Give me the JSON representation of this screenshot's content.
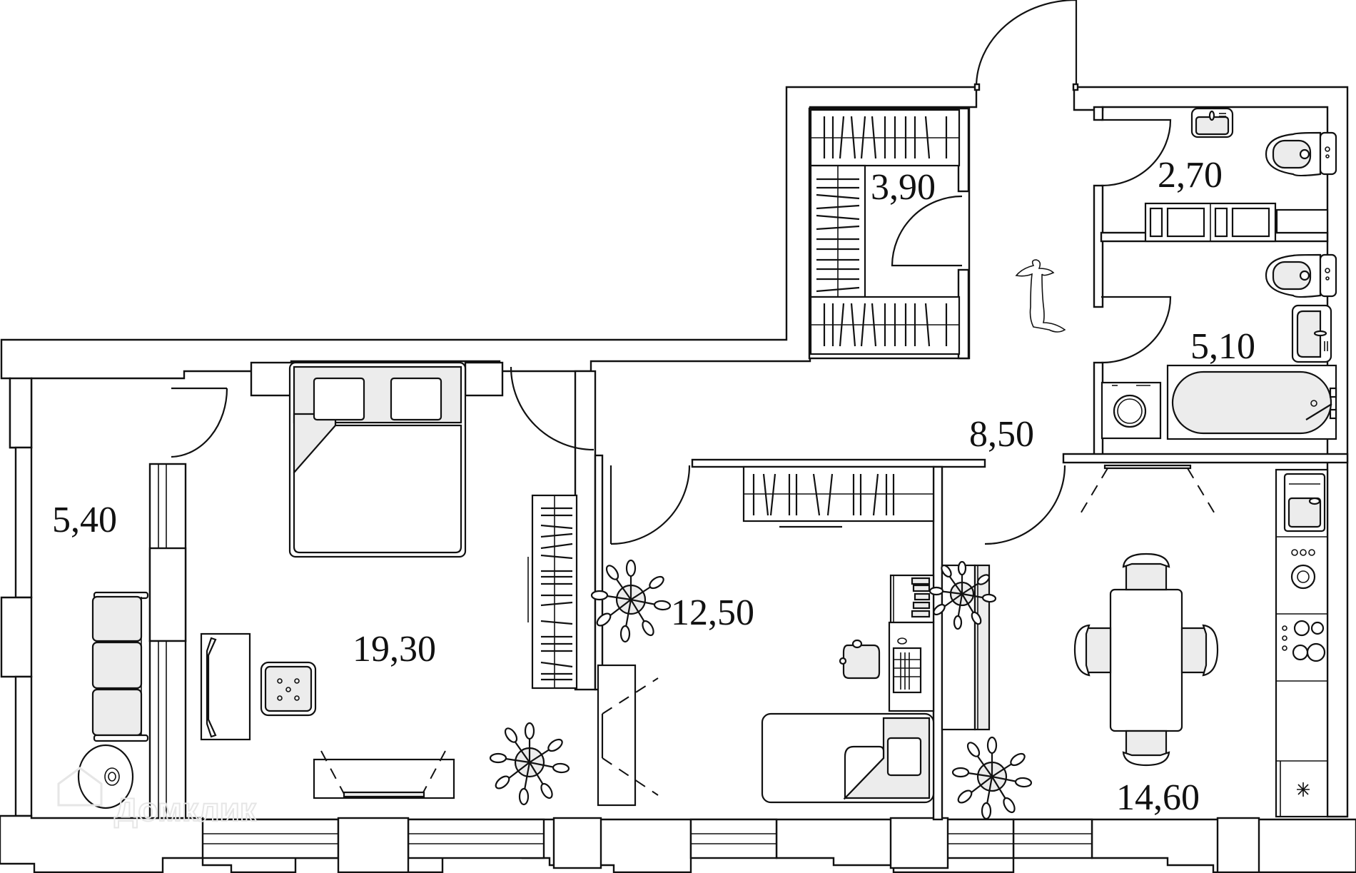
{
  "plan": {
    "type": "apartment-floor-plan",
    "units": "m²",
    "rooms": [
      {
        "id": "balcony",
        "label": "5,40",
        "furniture": [
          "sofa",
          "round-table"
        ]
      },
      {
        "id": "living-bedroom",
        "label": "19,30",
        "furniture": [
          "double-bed",
          "wardrobe",
          "tv-stand",
          "armchair",
          "ottoman",
          "plant"
        ]
      },
      {
        "id": "children-room",
        "label": "12,50",
        "furniture": [
          "bed",
          "desk",
          "office-chair",
          "wardrobe",
          "bookshelf",
          "plant",
          "tv"
        ]
      },
      {
        "id": "walk-in-closet",
        "label": "3,90",
        "furniture": [
          "u-shaped-clothes-rail"
        ]
      },
      {
        "id": "hallway",
        "label": "8,50",
        "furniture": [
          "dog-figure"
        ]
      },
      {
        "id": "toilet",
        "label": "2,70",
        "furniture": [
          "toilet",
          "washbasin",
          "shelves"
        ]
      },
      {
        "id": "bathroom",
        "label": "5,10",
        "furniture": [
          "toilet",
          "washbasin",
          "bathtub",
          "washing-machine"
        ]
      },
      {
        "id": "kitchen-dining",
        "label": "14,60",
        "furniture": [
          "dining-table",
          "chairs",
          "sink",
          "stove",
          "cooktop",
          "fridge",
          "plant",
          "tv"
        ]
      }
    ]
  },
  "watermark": {
    "text": "Домклик"
  },
  "colors": {
    "line": "#111111",
    "fill_gray": "#ececec",
    "background": "#ffffff"
  }
}
